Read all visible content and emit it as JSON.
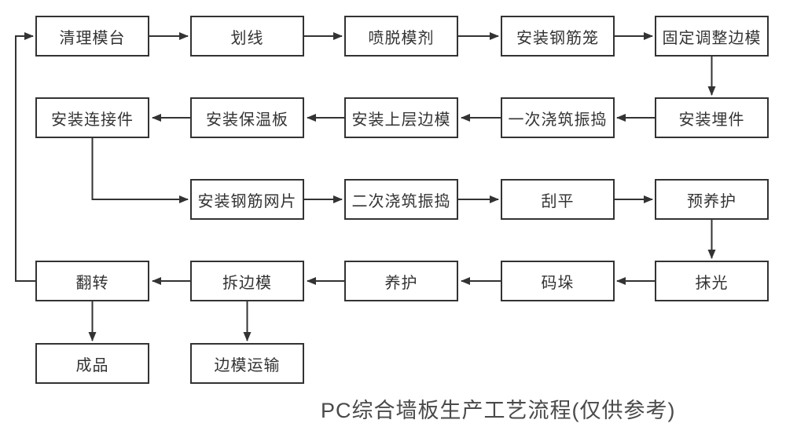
{
  "diagram": {
    "caption": "PC综合墙板生产工艺流程(仅供参考)",
    "colors": {
      "line": "#333333",
      "box_border": "#333333",
      "text": "#333333",
      "caption_text": "#4a4a4a",
      "background": "#ffffff"
    },
    "nodes": [
      {
        "id": "qingli-motai",
        "label": "清理模台",
        "row": 1,
        "col": 1
      },
      {
        "id": "huaxian",
        "label": "划线",
        "row": 1,
        "col": 2
      },
      {
        "id": "pen-tuomoji",
        "label": "喷脱模剂",
        "row": 1,
        "col": 3
      },
      {
        "id": "anzhuang-gangjinlong",
        "label": "安装钢筋笼",
        "row": 1,
        "col": 4
      },
      {
        "id": "guding-tiaozheng-bianmo",
        "label": "固定调整边模",
        "row": 1,
        "col": 5
      },
      {
        "id": "anzhuang-lianjiejian",
        "label": "安装连接件",
        "row": 2,
        "col": 1
      },
      {
        "id": "anzhuang-baowenban",
        "label": "安装保温板",
        "row": 2,
        "col": 2
      },
      {
        "id": "anzhuang-shangceng-bianmo",
        "label": "安装上层边模",
        "row": 2,
        "col": 3
      },
      {
        "id": "yici-jiaozhu-zhendao",
        "label": "一次浇筑振捣",
        "row": 2,
        "col": 4
      },
      {
        "id": "anzhuang-maijian",
        "label": "安装埋件",
        "row": 2,
        "col": 5
      },
      {
        "id": "anzhuang-gangjin-wangpian",
        "label": "安装钢筋网片",
        "row": 3,
        "col": 2
      },
      {
        "id": "erci-jiaozhu-zhendao",
        "label": "二次浇筑振捣",
        "row": 3,
        "col": 3
      },
      {
        "id": "guaping",
        "label": "刮平",
        "row": 3,
        "col": 4
      },
      {
        "id": "yu-yanghu",
        "label": "预养护",
        "row": 3,
        "col": 5
      },
      {
        "id": "fanzhuan",
        "label": "翻转",
        "row": 4,
        "col": 1
      },
      {
        "id": "chai-bianmo",
        "label": "拆边模",
        "row": 4,
        "col": 2
      },
      {
        "id": "yanghu",
        "label": "养护",
        "row": 4,
        "col": 3
      },
      {
        "id": "maduo",
        "label": "码垛",
        "row": 4,
        "col": 4
      },
      {
        "id": "moguang",
        "label": "抹光",
        "row": 4,
        "col": 5
      },
      {
        "id": "chengpin",
        "label": "成品",
        "row": 5,
        "col": 1
      },
      {
        "id": "bianmo-yunshu",
        "label": "边模运输",
        "row": 5,
        "col": 2
      }
    ],
    "edges": [
      {
        "from": "qingli-motai",
        "to": "huaxian"
      },
      {
        "from": "huaxian",
        "to": "pen-tuomoji"
      },
      {
        "from": "pen-tuomoji",
        "to": "anzhuang-gangjinlong"
      },
      {
        "from": "anzhuang-gangjinlong",
        "to": "guding-tiaozheng-bianmo"
      },
      {
        "from": "guding-tiaozheng-bianmo",
        "to": "anzhuang-maijian"
      },
      {
        "from": "anzhuang-maijian",
        "to": "yici-jiaozhu-zhendao"
      },
      {
        "from": "yici-jiaozhu-zhendao",
        "to": "anzhuang-shangceng-bianmo"
      },
      {
        "from": "anzhuang-shangceng-bianmo",
        "to": "anzhuang-baowenban"
      },
      {
        "from": "anzhuang-baowenban",
        "to": "anzhuang-lianjiejian"
      },
      {
        "from": "anzhuang-lianjiejian",
        "to": "anzhuang-gangjin-wangpian"
      },
      {
        "from": "anzhuang-gangjin-wangpian",
        "to": "erci-jiaozhu-zhendao"
      },
      {
        "from": "erci-jiaozhu-zhendao",
        "to": "guaping"
      },
      {
        "from": "guaping",
        "to": "yu-yanghu"
      },
      {
        "from": "yu-yanghu",
        "to": "moguang"
      },
      {
        "from": "moguang",
        "to": "maduo"
      },
      {
        "from": "maduo",
        "to": "yanghu"
      },
      {
        "from": "yanghu",
        "to": "chai-bianmo"
      },
      {
        "from": "chai-bianmo",
        "to": "fanzhuan"
      },
      {
        "from": "fanzhuan",
        "to": "chengpin"
      },
      {
        "from": "chai-bianmo",
        "to": "bianmo-yunshu"
      },
      {
        "from": "fanzhuan",
        "to": "qingli-motai"
      }
    ]
  }
}
